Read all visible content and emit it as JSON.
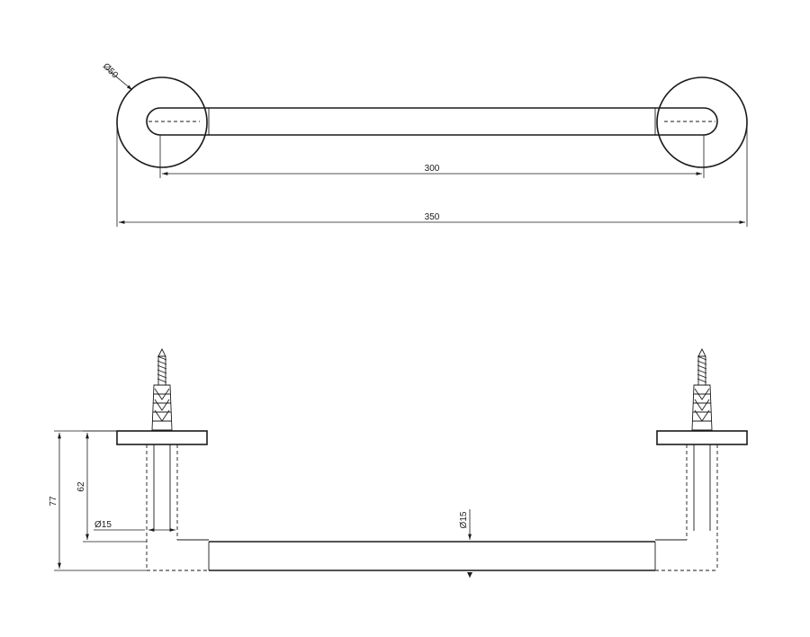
{
  "top_view": {
    "diameter_label": "Ø50",
    "inner_dim_label": "300",
    "overall_dim_label": "350"
  },
  "side_view": {
    "height_total_label": "77",
    "height_inner_label": "62",
    "post_diameter_label": "Ø15",
    "bar_diameter_label": "Ø15"
  }
}
